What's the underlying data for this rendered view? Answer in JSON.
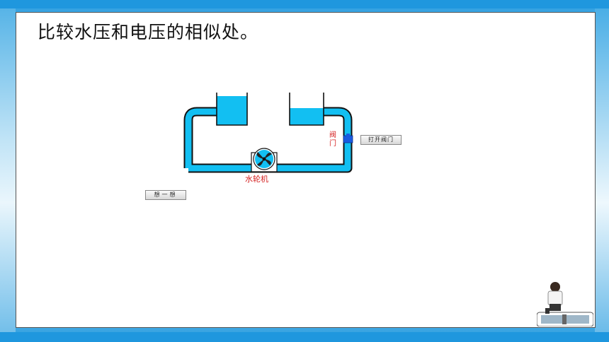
{
  "slide": {
    "title": "比较水压和电压的相似处。"
  },
  "diagram": {
    "valve_label": "阀门",
    "turbine_label": "水轮机",
    "water_color": "#12bff2",
    "valve_color": "#1a5ae0",
    "label_color": "#d42020"
  },
  "buttons": {
    "open_valve": "打开阀门",
    "think": "想一想"
  },
  "decoration": {
    "boy_icon": "boy-sitting-on-car-icon"
  }
}
